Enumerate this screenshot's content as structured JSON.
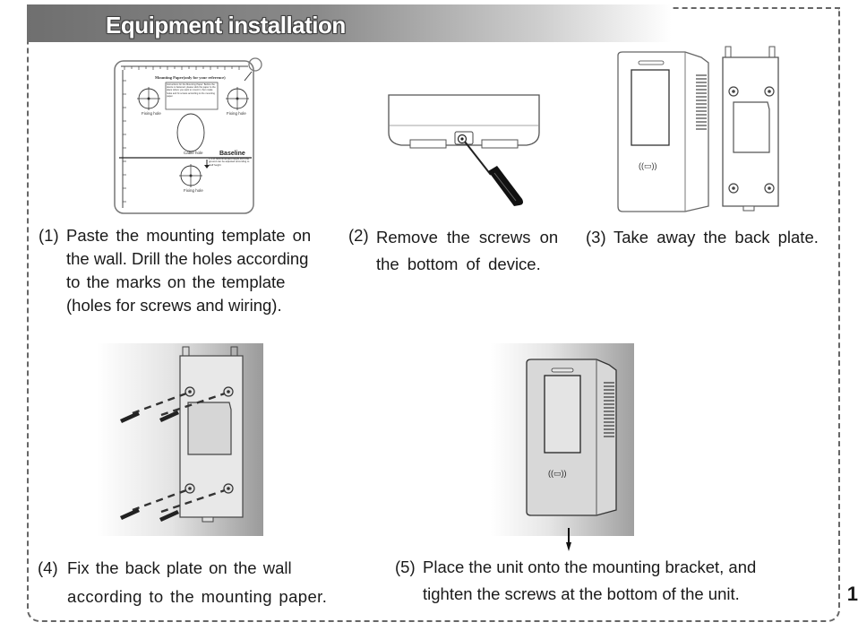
{
  "header": {
    "title": "Equipment installation"
  },
  "template_text": {
    "title": "Mounting Paper(only for your reference)",
    "instruction": "Instructions for the Mounting Paper: Before the device is fastened, please stick the paper to the place where you want to mount it, then make holes and fix screws according to the mounting paper.",
    "fixing_hole_left": "Fixing hole",
    "fixing_hole_right": "Fixing hole",
    "fixing_hole_bottom": "Fixing hole",
    "cable_hole": "Cable hole",
    "baseline": "Baseline",
    "height_note": "1.4 M recommended height from the ground can be adjusted according to staff height"
  },
  "steps": [
    {
      "number": "(1)",
      "lines": [
        "Paste the mounting template on",
        "the wall. Drill the holes according",
        "to the marks on the template",
        "(holes for screws and wiring)."
      ]
    },
    {
      "number": "(2)",
      "lines": [
        "Remove the screws on",
        "the bottom of device."
      ]
    },
    {
      "number": "(3)",
      "lines": [
        "Take away the back plate."
      ]
    },
    {
      "number": "(4)",
      "lines": [
        "Fix the back plate on the wall",
        "according to the mounting paper."
      ]
    },
    {
      "number": "(5)",
      "lines": [
        "Place the unit onto the mounting bracket, and",
        "tighten the screws at the bottom of the unit."
      ]
    }
  ],
  "page_mark": "1"
}
